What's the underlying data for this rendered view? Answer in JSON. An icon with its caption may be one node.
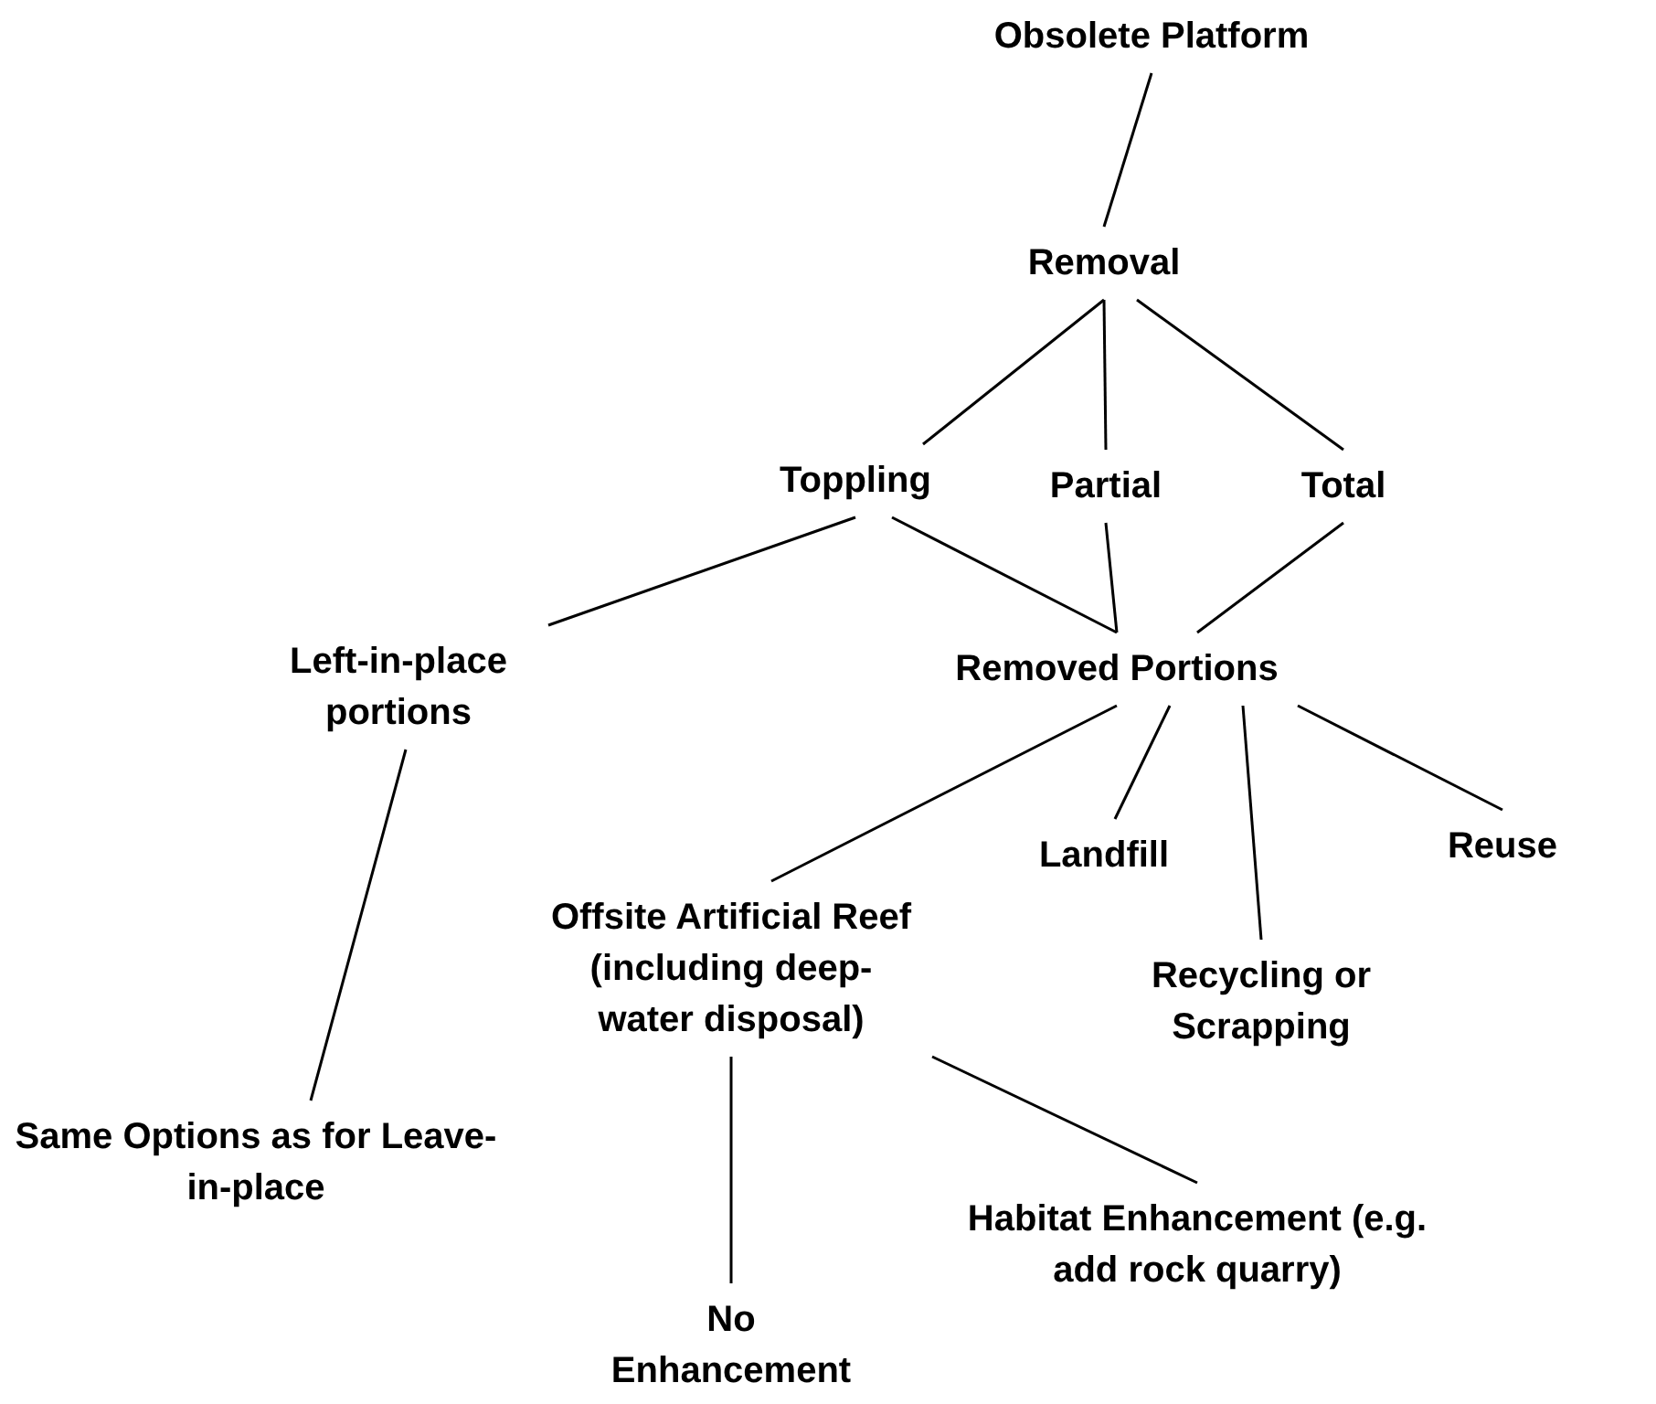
{
  "diagram": {
    "nodes": [
      {
        "text": [
          "Obsolete Platform"
        ]
      },
      {
        "text": [
          "Removal"
        ]
      },
      {
        "text": [
          "Toppling"
        ]
      },
      {
        "text": [
          "Partial"
        ]
      },
      {
        "text": [
          "Total"
        ]
      },
      {
        "text": [
          "Left-in-place portions"
        ]
      },
      {
        "text": [
          "Removed Portions"
        ]
      },
      {
        "text": [
          "Offsite Artificial Reef (including deep-water disposal)"
        ]
      },
      {
        "text": [
          "Landfill"
        ]
      },
      {
        "text": [
          "Reuse"
        ]
      },
      {
        "text": [
          "Recycling or Scrapping"
        ]
      },
      {
        "text": [
          "Same Options as for Leave-in-place"
        ]
      },
      {
        "text": [
          "Habitat Enhancement (e.g. add rock quarry)"
        ]
      },
      {
        "text": [
          "No Enhancement"
        ]
      }
    ],
    "edges": [
      {
        "from": 0,
        "to": 1,
        "arrow": "none"
      },
      {
        "from": 1,
        "to": 2,
        "arrow": "none"
      },
      {
        "from": 1,
        "to": 3,
        "arrow": "none"
      },
      {
        "from": 1,
        "to": 4,
        "arrow": "none"
      },
      {
        "from": 2,
        "to": 5,
        "arrow": "none"
      },
      {
        "from": 2,
        "to": 6,
        "arrow": "none"
      },
      {
        "from": 3,
        "to": 6,
        "arrow": "none"
      },
      {
        "from": 4,
        "to": 6,
        "arrow": "none"
      },
      {
        "from": 5,
        "to": 11,
        "arrow": "none"
      },
      {
        "from": 6,
        "to": 7,
        "arrow": "none"
      },
      {
        "from": 6,
        "to": 8,
        "arrow": "none"
      },
      {
        "from": 6,
        "to": 10,
        "arrow": "none"
      },
      {
        "from": 6,
        "to": 9,
        "arrow": "none"
      },
      {
        "from": 7,
        "to": 13,
        "arrow": "none"
      },
      {
        "from": 7,
        "to": 12,
        "arrow": "none"
      }
    ]
  }
}
